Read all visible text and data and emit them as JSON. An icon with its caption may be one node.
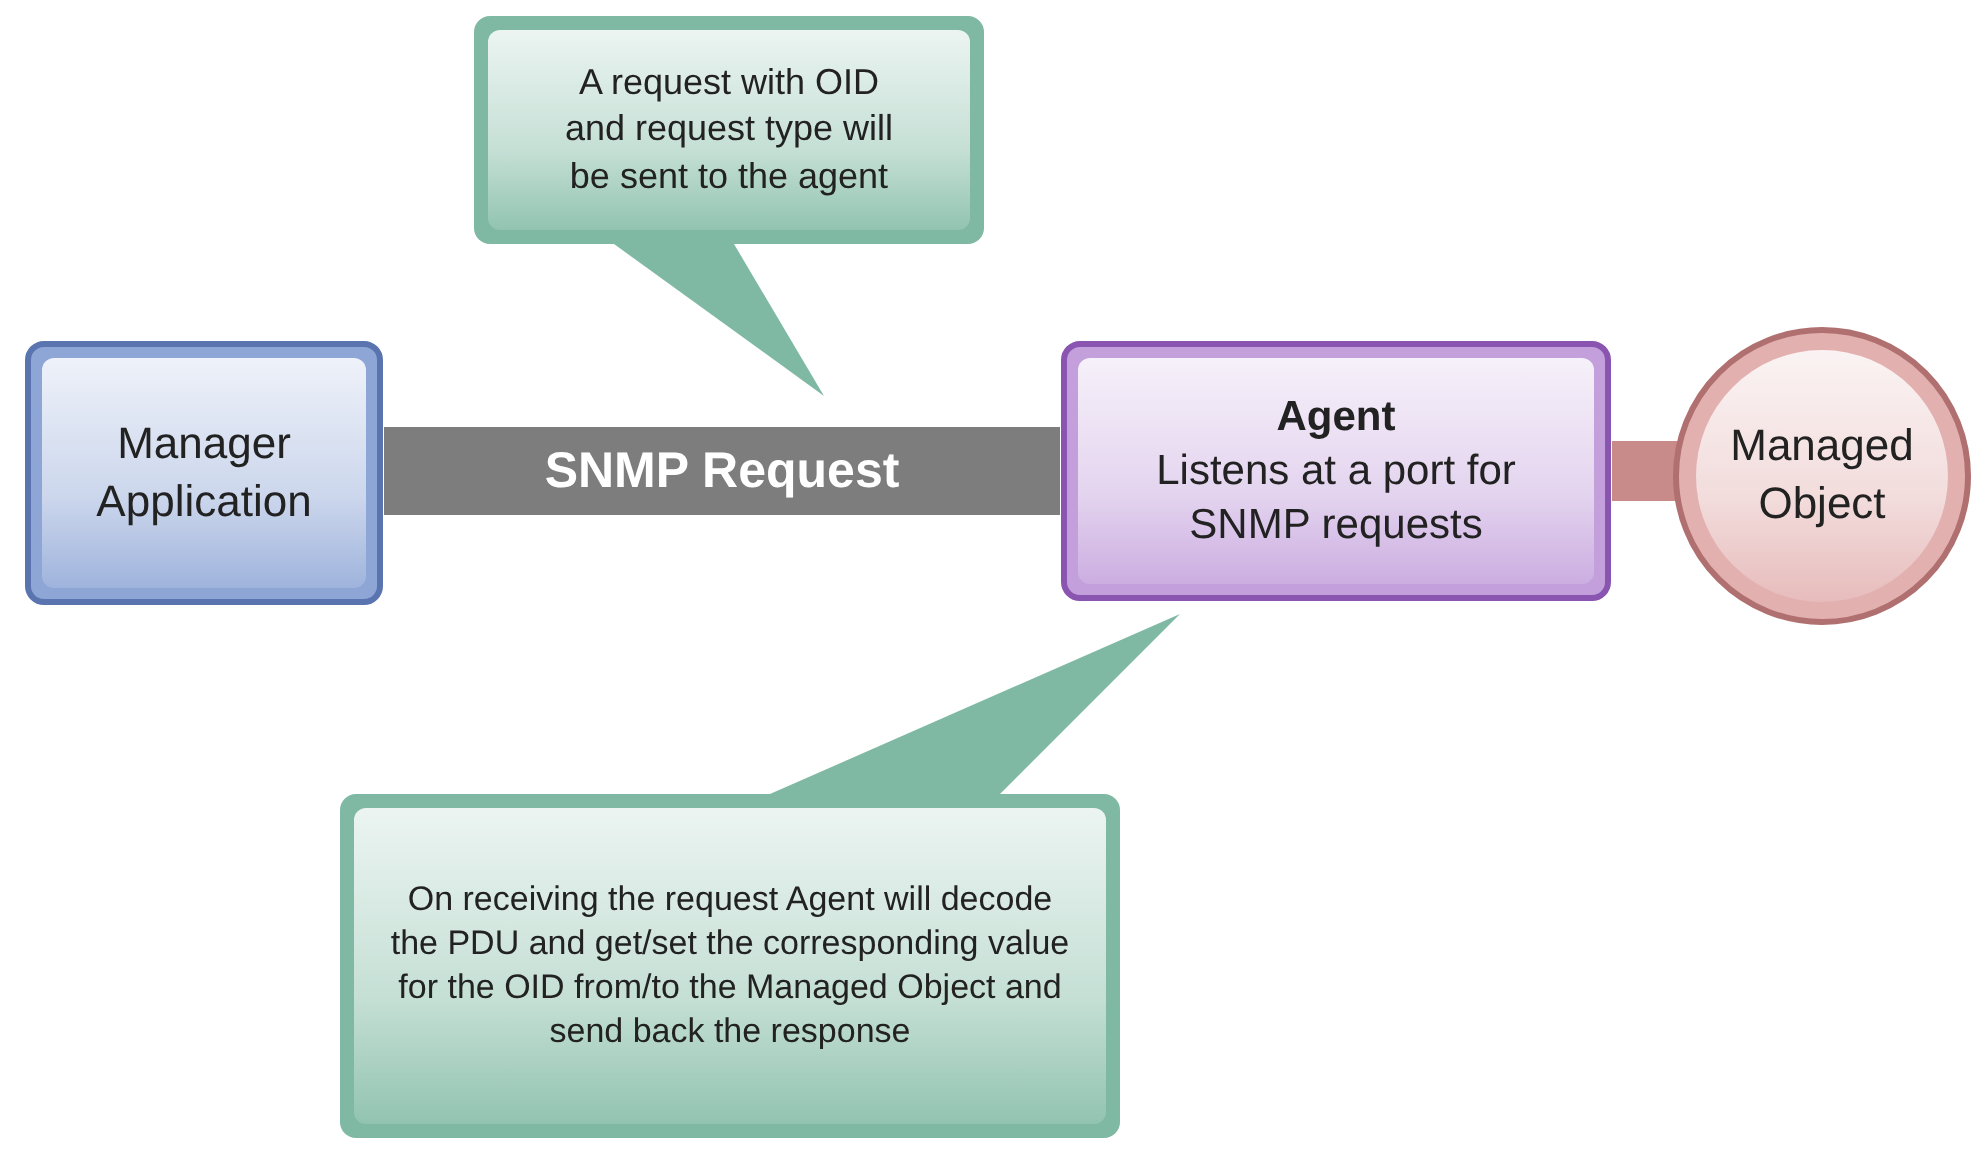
{
  "diagram": {
    "nodes": [
      {
        "text": [
          "A request with OID and request type will be sent to the agent"
        ]
      },
      {
        "text": [
          "Manager Application"
        ]
      },
      {
        "text": [
          "Agent",
          "Listens at a port for SNMP requests"
        ]
      },
      {
        "text": [
          "Managed Object"
        ]
      },
      {
        "text": [
          "On receiving the request Agent will decode the PDU and get/set the corresponding value for the OID from/to the Managed Object and send back the response"
        ]
      }
    ],
    "edges": [
      {
        "from": 1,
        "to": 2,
        "arrow": "none",
        "label": "SNMP Request"
      },
      {
        "from": 2,
        "to": 3,
        "arrow": "none",
        "color": "#c98a8a"
      }
    ]
  }
}
